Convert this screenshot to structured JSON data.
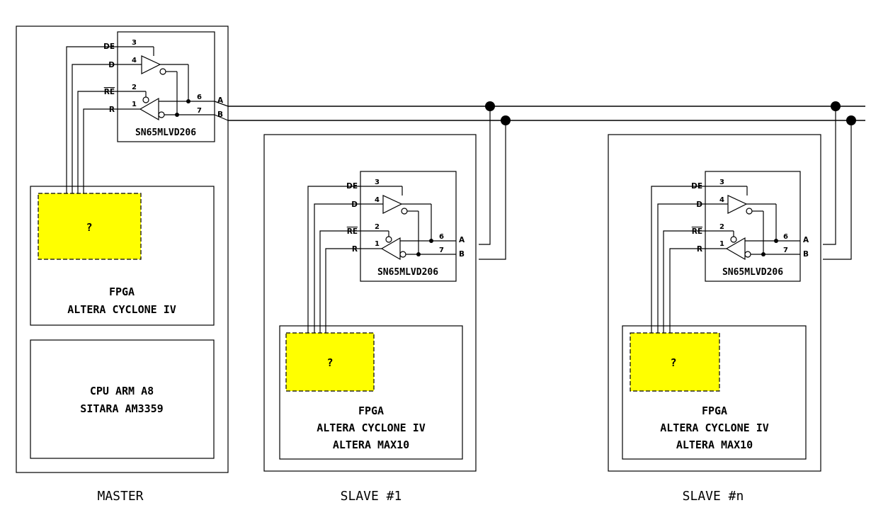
{
  "colors": {
    "placeholder_fill": "#ffff00",
    "line": "#000000",
    "background": "#ffffff"
  },
  "transceiver": {
    "part": "SN65MLVD206",
    "pins": {
      "de": "DE",
      "d": "D",
      "re": "RE",
      "r": "R",
      "a": "A",
      "b": "B"
    },
    "pin_numbers": {
      "de": "3",
      "d": "4",
      "re": "2",
      "r": "1",
      "a": "6",
      "b": "7"
    }
  },
  "placeholder_label": "?",
  "master": {
    "label": "MASTER",
    "fpga_lines": [
      "FPGA",
      "ALTERA CYCLONE IV"
    ],
    "cpu_lines": [
      "CPU ARM A8",
      "SITARA AM3359"
    ]
  },
  "slaves": [
    {
      "id": "slave1",
      "label": "SLAVE #1",
      "fpga_lines": [
        "FPGA",
        "ALTERA CYCLONE IV",
        "ALTERA MAX10"
      ]
    },
    {
      "id": "slaven",
      "label": "SLAVE #n",
      "fpga_lines": [
        "FPGA",
        "ALTERA CYCLONE IV",
        "ALTERA MAX10"
      ]
    }
  ]
}
